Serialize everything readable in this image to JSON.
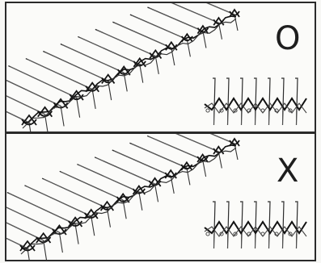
{
  "panels": [
    {
      "id": "correct",
      "mark": "O"
    },
    {
      "id": "incorrect",
      "mark": "X"
    }
  ]
}
